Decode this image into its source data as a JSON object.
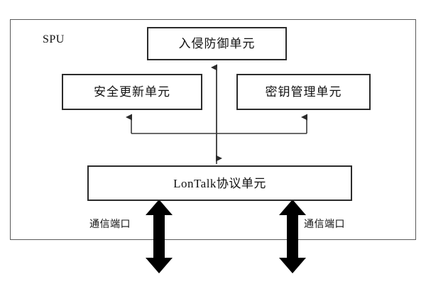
{
  "diagram": {
    "container": {
      "label": "SPU"
    },
    "units": [
      {
        "id": "intrusion-prevention-unit",
        "label": "入侵防御单元"
      },
      {
        "id": "security-update-unit",
        "label": "安全更新单元"
      },
      {
        "id": "key-management-unit",
        "label": "密钥管理单元"
      },
      {
        "id": "lontalk-protocol-unit",
        "label": "LonTalk协议单元"
      }
    ],
    "ports": [
      {
        "id": "communication-port-left",
        "label": "通信端口"
      },
      {
        "id": "communication-port-right",
        "label": "通信端口"
      }
    ],
    "colors": {
      "background": "#ffffff",
      "frame_border": "#5a5a5a",
      "box_border": "#2b2b2b",
      "connector": "#3a3a3a",
      "port_arrow": "#000000",
      "text": "#111111"
    }
  }
}
